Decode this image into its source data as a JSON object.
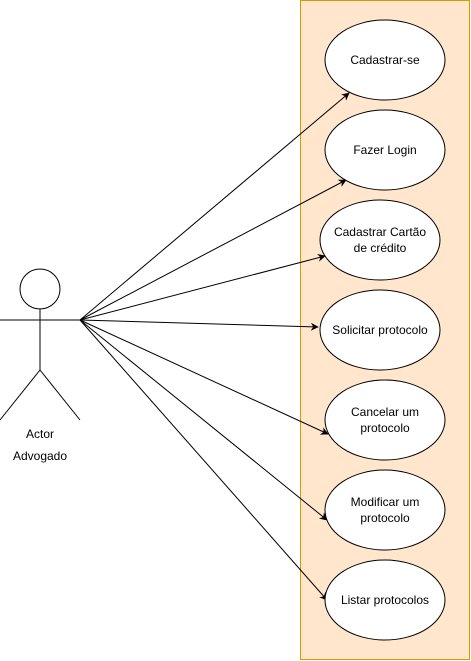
{
  "colors": {
    "system_fill": "#ffe6cc",
    "system_stroke": "#d79b00",
    "ellipse_fill": "#ffffff",
    "line": "#000000"
  },
  "actor": {
    "name": "Actor",
    "role": "Advogado"
  },
  "use_cases": [
    {
      "id": "cadastrar-se",
      "lines": [
        "Cadastrar-se"
      ]
    },
    {
      "id": "fazer-login",
      "lines": [
        "Fazer Login"
      ]
    },
    {
      "id": "cadastrar-cartao",
      "lines": [
        "Cadastrar Cartão",
        "de crédito"
      ]
    },
    {
      "id": "solicitar-protocolo",
      "lines": [
        "Solicitar protocolo"
      ]
    },
    {
      "id": "cancelar-protocolo",
      "lines": [
        "Cancelar um",
        "protocolo"
      ]
    },
    {
      "id": "modificar-protocolo",
      "lines": [
        "Modificar um",
        "protocolo"
      ]
    },
    {
      "id": "listar-protocolos",
      "lines": [
        "Listar protocolos"
      ]
    }
  ]
}
